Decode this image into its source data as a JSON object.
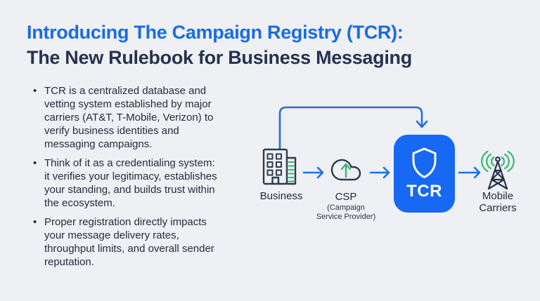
{
  "title": {
    "line1": "Introducing The Campaign Registry (TCR):",
    "line2": "The New Rulebook for Business Messaging"
  },
  "bullets": [
    {
      "lines": [
        "TCR is a centralized database and",
        "vetting system established by major",
        "carriers (AT&T, T-Mobile, Verizon) to",
        "verify business identities and",
        "messaging campaigns."
      ]
    },
    {
      "lines": [
        "Think of it as a credentialing system:",
        "it verifies your legitimacy, establishes",
        "your standing, and builds trust within",
        "the ecosystem."
      ]
    },
    {
      "lines": [
        "Proper registration directly impacts",
        "your message delivery rates,",
        "throughput limits, and overall sender",
        "reputation."
      ]
    }
  ],
  "diagram": {
    "nodes": [
      {
        "id": "business",
        "label": "Business",
        "icon": "office-building-icon"
      },
      {
        "id": "csp",
        "label": "CSP",
        "sublabel_lines": [
          "(Campaign",
          "Service Provider)"
        ],
        "icon": "cloud-upload-icon"
      },
      {
        "id": "tcr",
        "label": "TCR",
        "icon": "shield-icon"
      },
      {
        "id": "carriers",
        "label_lines": [
          "Mobile",
          "Carriers"
        ],
        "icon": "radio-tower-icon"
      }
    ],
    "edges": [
      {
        "from": "business",
        "to": "csp"
      },
      {
        "from": "csp",
        "to": "tcr"
      },
      {
        "from": "tcr",
        "to": "carriers"
      },
      {
        "from": "business",
        "to": "tcr",
        "type": "bypass"
      }
    ]
  },
  "colors": {
    "background": "#eef0f3",
    "title_blue": "#1b6be0",
    "title_navy": "#263250",
    "body_text": "#222c3f",
    "arrow_blue": "#1f6fe0",
    "icon_navy": "#2d3b52",
    "accent_green": "#34b873",
    "tcr_box_blue": "#1768f2",
    "tcr_text_white": "#ffffff"
  }
}
